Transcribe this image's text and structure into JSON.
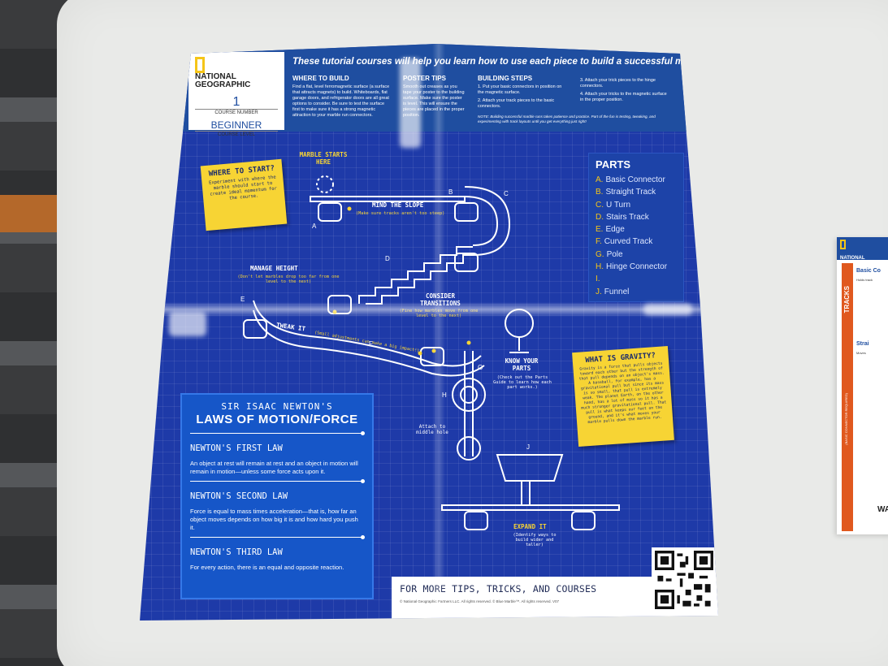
{
  "header": {
    "brand": "NATIONAL GEOGRAPHIC",
    "course_number": "1",
    "course_number_label": "COURSE NUMBER",
    "course_level": "BEGINNER",
    "course_level_label": "COURSE LEVEL",
    "title": "These tutorial courses will help you learn how to use each piece to build a successful marble run",
    "where_title": "WHERE TO BUILD",
    "where_text": "Find a flat, level ferromagnetic surface (a surface that attracts magnets) to build. Whiteboards, flat garage doors, and refrigerator doors are all great options to consider. Be sure to test the surface first to make sure it has a strong magnetic attraction to your marble run connectors.",
    "tips_title": "POSTER TIPS",
    "tips_text": "Smooth out creases as you tape your poster to the building surface. Make sure the poster is level. This will ensure the pieces are placed in the proper position.",
    "steps_title": "BUILDING STEPS",
    "step1": "1. Put your basic connectors in position on the magnetic surface.",
    "step2": "2. Attach your track pieces to the basic connectors.",
    "step3": "3. Attach your trick pieces to the hinge connectors.",
    "step4": "4. Attach your tricks to the magnetic surface in the proper position.",
    "note": "NOTE: Building successful marble runs takes patience and practice. Part of the fun is testing, tweaking, and experimenting with track layouts until you get everything just right!"
  },
  "notes": {
    "where_title": "WHERE TO START?",
    "where_text": "Experiment with where the marble should start to create ideal momentum for the course.",
    "gravity_title": "WHAT IS GRAVITY?",
    "gravity_text": "Gravity is a force that pulls objects toward each other but the strength of that pull depends on an object's mass. A baseball, for example, has a gravitational pull but since its mass is so small, that pull is extremely weak. The planet Earth, on the other hand, has a lot of mass so it has a much stronger gravitational pull. That pull is what keeps our feet on the ground, and it's what moves your marble pulls down the marble run."
  },
  "parts": {
    "title": "PARTS",
    "items": [
      {
        "letter": "A.",
        "name": "Basic Connector"
      },
      {
        "letter": "B.",
        "name": "Straight Track"
      },
      {
        "letter": "C.",
        "name": "U Turn"
      },
      {
        "letter": "D.",
        "name": "Stairs Track"
      },
      {
        "letter": "E.",
        "name": "Edge"
      },
      {
        "letter": "F.",
        "name": "Curved Track"
      },
      {
        "letter": "G.",
        "name": "Pole"
      },
      {
        "letter": "H.",
        "name": "Hinge Connector"
      },
      {
        "letter": "I.",
        "name": ""
      },
      {
        "letter": "J.",
        "name": "Funnel"
      }
    ]
  },
  "labels": {
    "marble_start": "MARBLE STARTS HERE",
    "mind_slope": "MIND THE SLOPE",
    "mind_slope_sub": "(Make sure tracks aren't too steep)",
    "manage_height": "MANAGE HEIGHT",
    "manage_height_sub": "(Don't let marbles drop too far from one level to the next)",
    "consider": "CONSIDER TRANSITIONS",
    "consider_sub": "(Fine how marbles move from one level to the next)",
    "tweak": "TWEAK IT",
    "tweak_sub": "(Small adjustments can make a big impact!)",
    "know_parts": "KNOW YOUR PARTS",
    "know_parts_sub": "(Check out the Parts Guide to learn how each part works.)",
    "attach": "Attach to middle hole",
    "expand": "EXPAND IT",
    "expand_sub": "(Identify ways to build wider and taller)"
  },
  "diagram_letters": [
    "A",
    "B",
    "C",
    "D",
    "E",
    "F",
    "G",
    "H",
    "J"
  ],
  "newton": {
    "heading": "SIR ISAAC NEWTON'S",
    "title": "LAWS OF MOTION/FORCE",
    "law1_title": "NEWTON'S FIRST LAW",
    "law1_text": "An object at rest will remain at rest and an object in motion will remain in motion—unless some force acts upon it.",
    "law2_title": "NEWTON'S SECOND LAW",
    "law2_text": "Force is equal to mass times acceleration—that is, how far an object moves depends on how big it is and how hard you push it.",
    "law3_title": "NEWTON'S THIRD LAW",
    "law3_text": "For every action, there is an equal and opposite reaction."
  },
  "footer": {
    "title": "FOR MORE TIPS, TRICKS, AND COURSES",
    "copyright": "© National Geographic Partners LLC. All rights reserved. © Blue Marble™. All rights reserved. V07"
  },
  "card": {
    "brand": "NATIONAL GEOGRAPHIC",
    "section": "TRACKS",
    "side_note": "(BASIC CONNECTOR REQUIRED)",
    "item1": "Basic Co",
    "item1_text": "Holds track",
    "item2": "Strai",
    "item2_text": "Moves",
    "footer_letter": "WA"
  },
  "colors": {
    "poster_blue": "#1e3aa8",
    "header_blue": "#1f4ea0",
    "sticky_yellow": "#f7d434",
    "accent_yellow": "#f5c518",
    "newton_blue": "#1656c8",
    "card_orange": "#e0581e"
  }
}
